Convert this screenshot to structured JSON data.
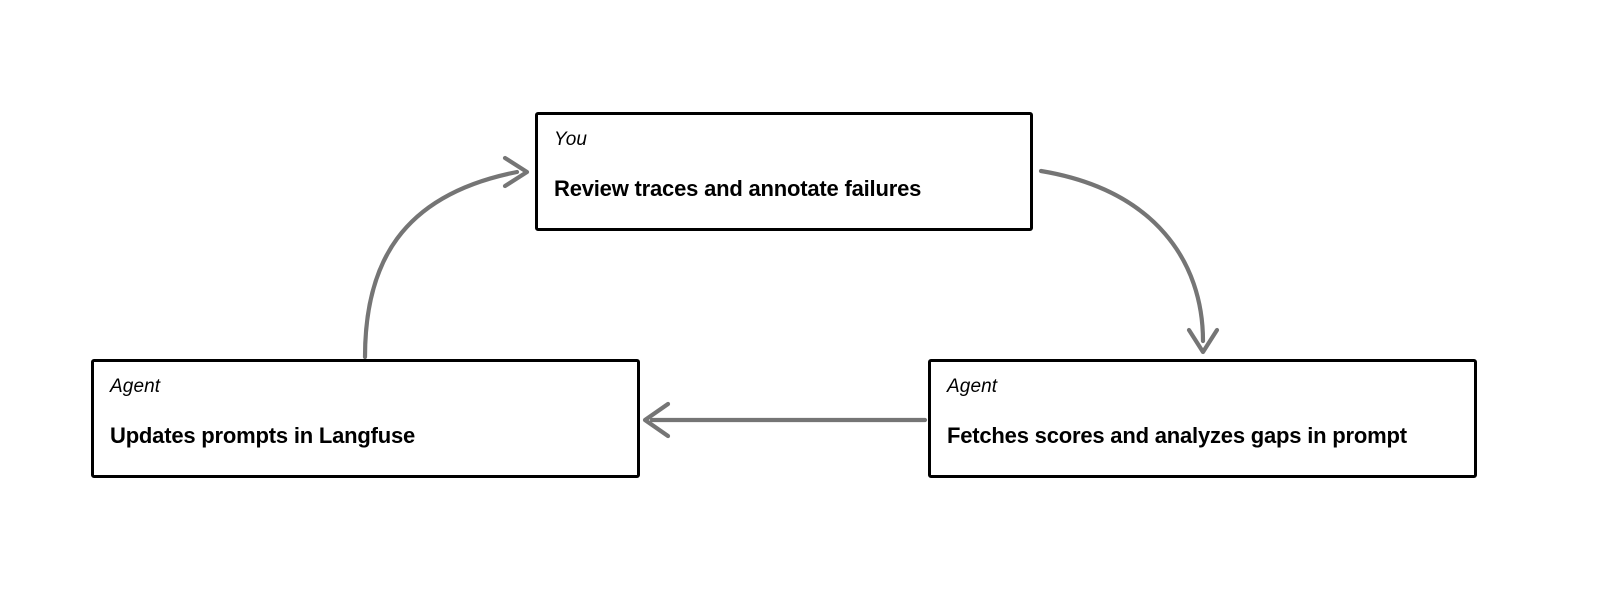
{
  "diagram": {
    "type": "cycle-flow",
    "background_color": "#ffffff",
    "node_border_color": "#000000",
    "arrow_color": "#757575",
    "nodes": [
      {
        "id": "you-review",
        "role": "You",
        "title": "Review traces and annotate failures",
        "position": "top-center"
      },
      {
        "id": "agent-updates",
        "role": "Agent",
        "title": "Updates prompts in Langfuse",
        "position": "bottom-left"
      },
      {
        "id": "agent-fetches",
        "role": "Agent",
        "title": "Fetches scores and analyzes gaps in prompt",
        "position": "bottom-right"
      }
    ],
    "edges": [
      {
        "id": "edge-updates-to-you",
        "from": "agent-updates",
        "to": "you-review",
        "style": "curved",
        "arrowhead": "open-v"
      },
      {
        "id": "edge-you-to-fetches",
        "from": "you-review",
        "to": "agent-fetches",
        "style": "curved",
        "arrowhead": "open-v"
      },
      {
        "id": "edge-fetches-to-updates",
        "from": "agent-fetches",
        "to": "agent-updates",
        "style": "straight",
        "arrowhead": "open-v"
      }
    ]
  }
}
